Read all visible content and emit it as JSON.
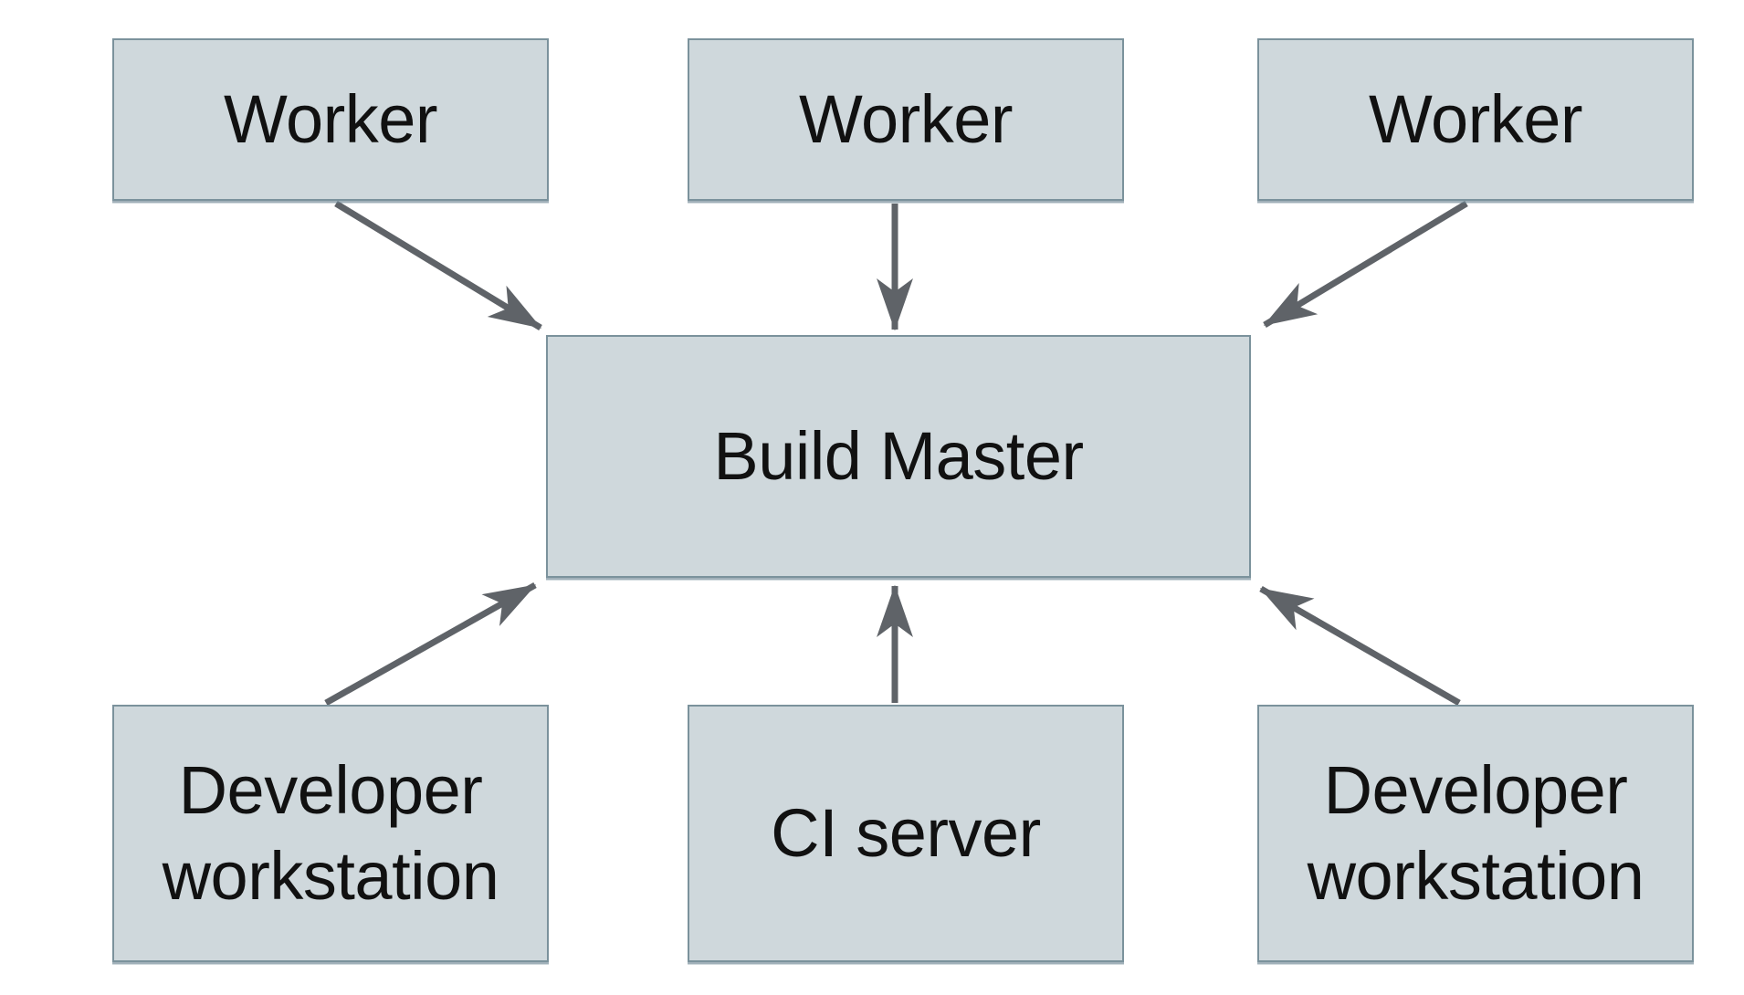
{
  "colors": {
    "background": "#ffffff",
    "node_fill": "#cfd8dc",
    "node_border": "#7b929c",
    "arrow": "#5f6368",
    "text": "#111111"
  },
  "nodes": [
    {
      "id": "worker-1",
      "label": "Worker"
    },
    {
      "id": "worker-2",
      "label": "Worker"
    },
    {
      "id": "worker-3",
      "label": "Worker"
    },
    {
      "id": "build-master",
      "label": "Build Master"
    },
    {
      "id": "developer-workstation-left",
      "label": "Developer workstation"
    },
    {
      "id": "ci-server",
      "label": "CI server"
    },
    {
      "id": "developer-workstation-right",
      "label": "Developer workstation"
    }
  ],
  "edges": [
    {
      "from": "worker-1",
      "to": "build-master"
    },
    {
      "from": "worker-2",
      "to": "build-master"
    },
    {
      "from": "worker-3",
      "to": "build-master"
    },
    {
      "from": "developer-workstation-left",
      "to": "build-master"
    },
    {
      "from": "ci-server",
      "to": "build-master"
    },
    {
      "from": "developer-workstation-right",
      "to": "build-master"
    }
  ]
}
